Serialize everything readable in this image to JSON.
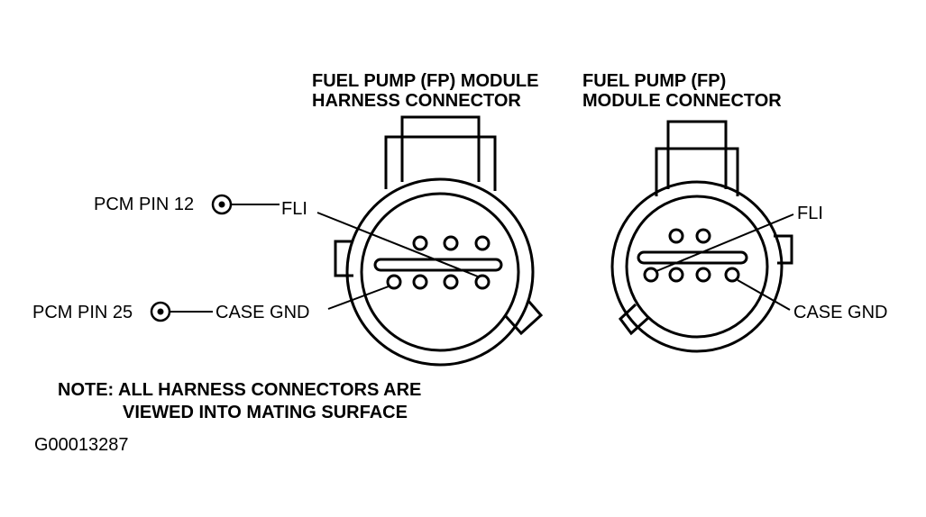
{
  "harness_connector": {
    "title_line1": "FUEL PUMP (FP) MODULE",
    "title_line2": "HARNESS CONNECTOR",
    "fli_label": "FLI",
    "case_gnd_label": "CASE GND"
  },
  "module_connector": {
    "title_line1": "FUEL PUMP (FP)",
    "title_line2": "MODULE CONNECTOR",
    "fli_label": "FLI",
    "case_gnd_label": "CASE GND"
  },
  "pcm_pins": {
    "pin12_label": "PCM PIN 12",
    "pin25_label": "PCM PIN 25"
  },
  "note": {
    "line1": "NOTE: ALL HARNESS CONNECTORS ARE",
    "line2": "VIEWED INTO MATING SURFACE"
  },
  "figure_id": "G00013287"
}
